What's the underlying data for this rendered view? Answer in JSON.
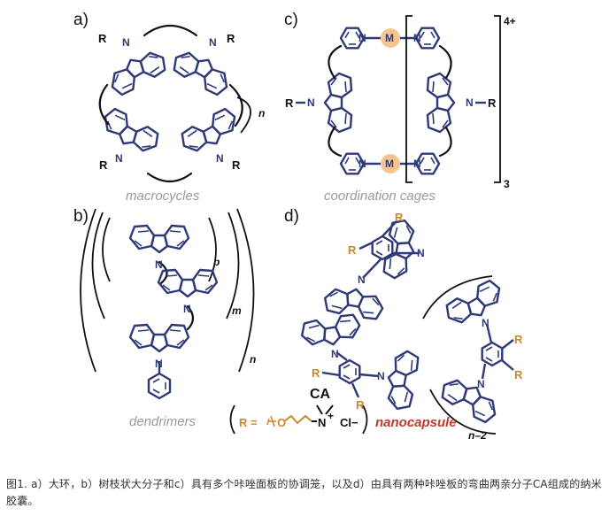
{
  "panels": {
    "a": {
      "label": "a)",
      "caption": "macrocycles",
      "repeat": "n",
      "substituent": "R",
      "atom": "N"
    },
    "b": {
      "label": "b)",
      "caption": "dendrimers",
      "repeat": [
        "p",
        "m",
        "n"
      ],
      "atom": "N"
    },
    "c": {
      "label": "c)",
      "caption": "coordination cages",
      "charge": "4+",
      "count": "3",
      "metal": "M",
      "substituent": "R",
      "atom": "N"
    },
    "d": {
      "label": "d)",
      "molecule": "CA",
      "caption": "nanocapsule",
      "repeat": "n–2",
      "substituent": "R",
      "r_group": {
        "prefix": "R =",
        "oxygen": "O",
        "nitrogen": "N",
        "charge": "+",
        "counterion": "Cl−"
      }
    }
  },
  "caption": "图1. a）大环，b）树枝状大分子和c）具有多个咔唑面板的协调笼，以及d）由具有两种咔唑板的弯曲两亲分子CA组成的纳米胶囊。",
  "colors": {
    "structure": "#2e3a78",
    "r_group": "#c8892e",
    "metal": "#f4c58f",
    "label_gray": "#9a9a9a",
    "accent_red": "#c0392b"
  }
}
